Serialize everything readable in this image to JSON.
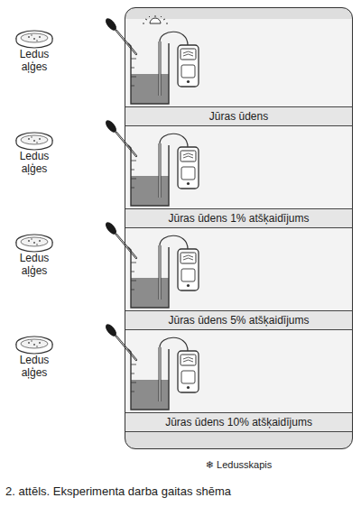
{
  "diagram": {
    "caption": "2. attēls. Eksperimenta darba gaitas shēma",
    "nodes": [
      {
        "text": [
          "❄ Ledusskapis"
        ]
      },
      {
        "text": [
          "Jūras ūdens"
        ],
        "in": 0
      },
      {
        "text": [
          "Jūras ūdens 1% atšķaidījums"
        ],
        "in": 0
      },
      {
        "text": [
          "Jūras ūdens 5% atšķaidījums"
        ],
        "in": 0
      },
      {
        "text": [
          "Jūras ūdens 10% atšķaidījums"
        ],
        "in": 0
      }
    ],
    "labels": [
      "Ledus aļģes",
      "Ledus aļģes",
      "Ledus aļģes",
      "Ledus aļģes"
    ]
  }
}
